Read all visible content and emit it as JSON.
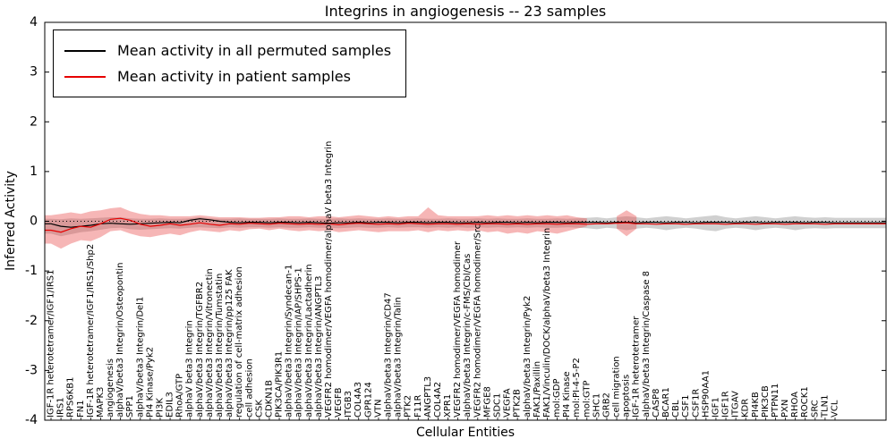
{
  "chart_data": {
    "type": "line",
    "title": "Integrins in angiogenesis -- 23 samples",
    "xlabel": "Cellular Entities",
    "ylabel": "Inferred Activity",
    "ylim": [
      -4,
      4
    ],
    "yticks": [
      -4,
      -3,
      -2,
      -1,
      0,
      1,
      2,
      3,
      4
    ],
    "grid": false,
    "legend_position": "upper left",
    "zero_line": {
      "style": "dotted",
      "color": "#000000"
    },
    "categories": [
      "IGF-1R heterotetramer/IGF1/IRS1",
      "IRS1",
      "RPS6KB1",
      "FN1",
      "IGF-1R heterotetramer/IGF1/IRS1/Shp2",
      "MAPK3",
      "angiogenesis",
      "alphaV/beta3 Integrin/Osteopontin",
      "SPP1",
      "alphaV/beta3 Integrin/Del1",
      "PI4 Kinase/Pyk2",
      "PI3K",
      "EDIL3",
      "RhoA/GTP",
      "alphaV beta3 Integrin",
      "alphaV/beta3 Integrin/TGFBR2",
      "alphaV/beta3 Integrin/Vitronectin",
      "alphaV/beta3 Integrin/Tumstatin",
      "alphaV/beta3 Integrin/pp125 FAK",
      "regulation of cell-matrix adhesion",
      "cell adhesion",
      "CSK",
      "CDKN1B",
      "PIK3CA/PIK3R1",
      "alphaV/beta3 Integrin/Syndecan-1",
      "alphaV/beta3 Integrin/IAP/SHPS-1",
      "alphaV/beta3 Integrin/Lactadherin",
      "alphaV/beta3 Integrin/ANGPTL3",
      "VEGFR2 homodimer/VEGFA homodimer/alphaV beta3 Integrin",
      "VEGFB",
      "ITGB3",
      "COL4A3",
      "GPR124",
      "VTN",
      "alphaV/beta3 Integrin/CD47",
      "alphaV/beta3 Integrin/Talin",
      "PTK2",
      "F11R",
      "ANGPTL3",
      "COL4A2",
      "XPR1",
      "VEGFR2 homodimer/VEGFA homodimer",
      "alphaV/beta3 Integrin/c-FMS/Cbl/Cas",
      "VEGFR2 homodimer/VEGFA homodimer/Src",
      "MFGE8",
      "SDC1",
      "VEGFA",
      "PTK2B",
      "alphaV/beta3 Integrin/Pyk2",
      "FAK1/Paxillin",
      "FAK1/Vinculin/DOCK/alphaV/beta3 Integrin",
      "mol:GDP",
      "PI4 Kinase",
      "mol:PI-4-5-P2",
      "mol:GTP",
      "SHC1",
      "GRB2",
      "cell migration",
      "apoptosis",
      "IGF-1R heterotetramer",
      "alphaV/beta3 Integrin/Caspase 8",
      "CASP8",
      "BCAR1",
      "CBL",
      "CSF1",
      "CSF1R",
      "HSP90AA1",
      "IGF1",
      "IGF1R",
      "ITGAV",
      "KDR",
      "PI4KB",
      "PIK3CB",
      "PTPN11",
      "PXN",
      "RHOA",
      "ROCK1",
      "SRC",
      "TLN1",
      "VCL"
    ],
    "series": [
      {
        "name": "Mean activity in all permuted samples",
        "color": "#000000",
        "values": [
          -0.05,
          -0.1,
          -0.12,
          -0.1,
          -0.08,
          -0.05,
          -0.04,
          -0.05,
          -0.06,
          -0.05,
          -0.04,
          -0.03,
          -0.02,
          -0.03,
          0.02,
          0.05,
          0.03,
          0.0,
          -0.02,
          -0.03,
          -0.02,
          -0.02,
          -0.03,
          -0.02,
          -0.02,
          -0.03,
          -0.02,
          -0.03,
          -0.04,
          -0.03,
          -0.03,
          -0.02,
          -0.03,
          -0.02,
          -0.02,
          -0.03,
          -0.02,
          -0.02,
          -0.03,
          -0.02,
          -0.02,
          -0.03,
          -0.03,
          -0.02,
          -0.03,
          -0.02,
          -0.02,
          -0.03,
          -0.02,
          -0.03,
          -0.02,
          -0.02,
          -0.03,
          -0.02,
          -0.02,
          -0.02,
          -0.03,
          -0.02,
          -0.02,
          -0.03,
          -0.02,
          -0.02,
          -0.03,
          -0.02,
          -0.02,
          -0.03,
          -0.02,
          -0.02,
          -0.02,
          -0.03,
          -0.02,
          -0.02,
          -0.03,
          -0.02,
          -0.02,
          -0.02,
          -0.03,
          -0.02,
          -0.02,
          -0.03
        ]
      },
      {
        "name": "Mean activity in patient samples",
        "color": "#e60000",
        "values": [
          -0.18,
          -0.22,
          -0.15,
          -0.1,
          -0.12,
          -0.05,
          0.04,
          0.06,
          0.02,
          -0.06,
          -0.1,
          -0.08,
          -0.05,
          -0.08,
          -0.06,
          -0.03,
          -0.06,
          -0.08,
          -0.05,
          -0.06,
          -0.04,
          -0.05,
          -0.06,
          -0.04,
          -0.05,
          -0.06,
          -0.05,
          -0.06,
          -0.05,
          -0.07,
          -0.05,
          -0.04,
          -0.05,
          -0.06,
          -0.05,
          -0.06,
          -0.04,
          -0.05,
          -0.06,
          -0.05,
          -0.05,
          -0.06,
          -0.05,
          -0.06,
          -0.05,
          -0.05,
          -0.06,
          -0.05,
          -0.06,
          -0.05,
          -0.05,
          -0.06,
          -0.05,
          -0.05,
          -0.06,
          -0.05,
          -0.05,
          -0.04,
          -0.03,
          -0.05,
          -0.05,
          -0.06,
          -0.05,
          -0.05,
          -0.06,
          -0.05,
          -0.05,
          -0.05,
          -0.06,
          -0.05,
          -0.05,
          -0.06,
          -0.05,
          -0.05,
          -0.06,
          -0.05,
          -0.05,
          -0.05,
          -0.06,
          -0.05
        ]
      }
    ],
    "bands": [
      {
        "name": "permuted-samples-band",
        "color": "#8a8a8a",
        "opacity": 0.4,
        "upper": [
          0.05,
          0.04,
          0.06,
          0.05,
          0.06,
          0.07,
          0.08,
          0.08,
          0.06,
          0.05,
          0.05,
          0.06,
          0.05,
          0.05,
          0.06,
          0.08,
          0.06,
          0.05,
          0.05,
          0.06,
          0.05,
          0.05,
          0.05,
          0.06,
          0.05,
          0.05,
          0.06,
          0.05,
          0.05,
          0.06,
          0.05,
          0.06,
          0.05,
          0.05,
          0.06,
          0.05,
          0.05,
          0.06,
          0.05,
          0.05,
          0.06,
          0.05,
          0.05,
          0.06,
          0.05,
          0.06,
          0.05,
          0.05,
          0.06,
          0.05,
          0.05,
          0.06,
          0.05,
          0.06,
          0.07,
          0.08,
          0.06,
          0.08,
          0.1,
          0.08,
          0.06,
          0.08,
          0.1,
          0.08,
          0.06,
          0.08,
          0.1,
          0.12,
          0.08,
          0.06,
          0.08,
          0.1,
          0.08,
          0.06,
          0.08,
          0.1,
          0.08,
          0.07,
          0.08,
          0.07
        ],
        "lower": [
          -0.25,
          -0.3,
          -0.26,
          -0.22,
          -0.2,
          -0.17,
          -0.14,
          -0.13,
          -0.16,
          -0.17,
          -0.16,
          -0.15,
          -0.14,
          -0.15,
          -0.13,
          -0.12,
          -0.13,
          -0.14,
          -0.12,
          -0.13,
          -0.12,
          -0.12,
          -0.13,
          -0.12,
          -0.13,
          -0.13,
          -0.12,
          -0.13,
          -0.13,
          -0.14,
          -0.13,
          -0.12,
          -0.13,
          -0.13,
          -0.12,
          -0.13,
          -0.12,
          -0.12,
          -0.13,
          -0.12,
          -0.13,
          -0.12,
          -0.13,
          -0.12,
          -0.13,
          -0.12,
          -0.13,
          -0.12,
          -0.13,
          -0.12,
          -0.13,
          -0.13,
          -0.12,
          -0.13,
          -0.14,
          -0.16,
          -0.13,
          -0.15,
          -0.18,
          -0.15,
          -0.13,
          -0.15,
          -0.18,
          -0.15,
          -0.13,
          -0.15,
          -0.18,
          -0.2,
          -0.15,
          -0.13,
          -0.15,
          -0.18,
          -0.15,
          -0.13,
          -0.15,
          -0.18,
          -0.15,
          -0.14,
          -0.15,
          -0.14
        ]
      },
      {
        "name": "patient-samples-band",
        "color": "#e84040",
        "opacity": 0.38,
        "upper": [
          0.12,
          0.15,
          0.18,
          0.15,
          0.2,
          0.22,
          0.26,
          0.28,
          0.2,
          0.15,
          0.12,
          0.12,
          0.1,
          0.1,
          0.1,
          0.12,
          0.1,
          0.08,
          0.08,
          0.08,
          0.07,
          0.07,
          0.08,
          0.08,
          0.1,
          0.1,
          0.08,
          0.1,
          0.1,
          0.08,
          0.1,
          0.12,
          0.1,
          0.08,
          0.1,
          0.08,
          0.1,
          0.1,
          0.28,
          0.12,
          0.1,
          0.1,
          0.1,
          0.1,
          0.12,
          0.1,
          0.12,
          0.1,
          0.12,
          0.1,
          0.12,
          0.1,
          0.12,
          0.08,
          0.06,
          null,
          null,
          0.1,
          0.22,
          0.1,
          null,
          null,
          null,
          null,
          null,
          null,
          null,
          null,
          null,
          null,
          null,
          null,
          null,
          null,
          null,
          null,
          null,
          null,
          null,
          null
        ],
        "lower": [
          -0.45,
          -0.55,
          -0.45,
          -0.38,
          -0.4,
          -0.32,
          -0.2,
          -0.18,
          -0.25,
          -0.3,
          -0.32,
          -0.28,
          -0.25,
          -0.28,
          -0.22,
          -0.18,
          -0.2,
          -0.22,
          -0.18,
          -0.2,
          -0.16,
          -0.15,
          -0.18,
          -0.15,
          -0.18,
          -0.2,
          -0.18,
          -0.2,
          -0.18,
          -0.22,
          -0.2,
          -0.18,
          -0.2,
          -0.22,
          -0.2,
          -0.2,
          -0.2,
          -0.18,
          -0.22,
          -0.18,
          -0.2,
          -0.18,
          -0.2,
          -0.18,
          -0.22,
          -0.2,
          -0.25,
          -0.22,
          -0.25,
          -0.2,
          -0.22,
          -0.25,
          -0.2,
          -0.15,
          -0.1,
          null,
          null,
          -0.15,
          -0.3,
          -0.15,
          null,
          null,
          null,
          null,
          null,
          null,
          null,
          null,
          null,
          null,
          null,
          null,
          null,
          null,
          null,
          null,
          null,
          null,
          null,
          null
        ]
      }
    ]
  }
}
